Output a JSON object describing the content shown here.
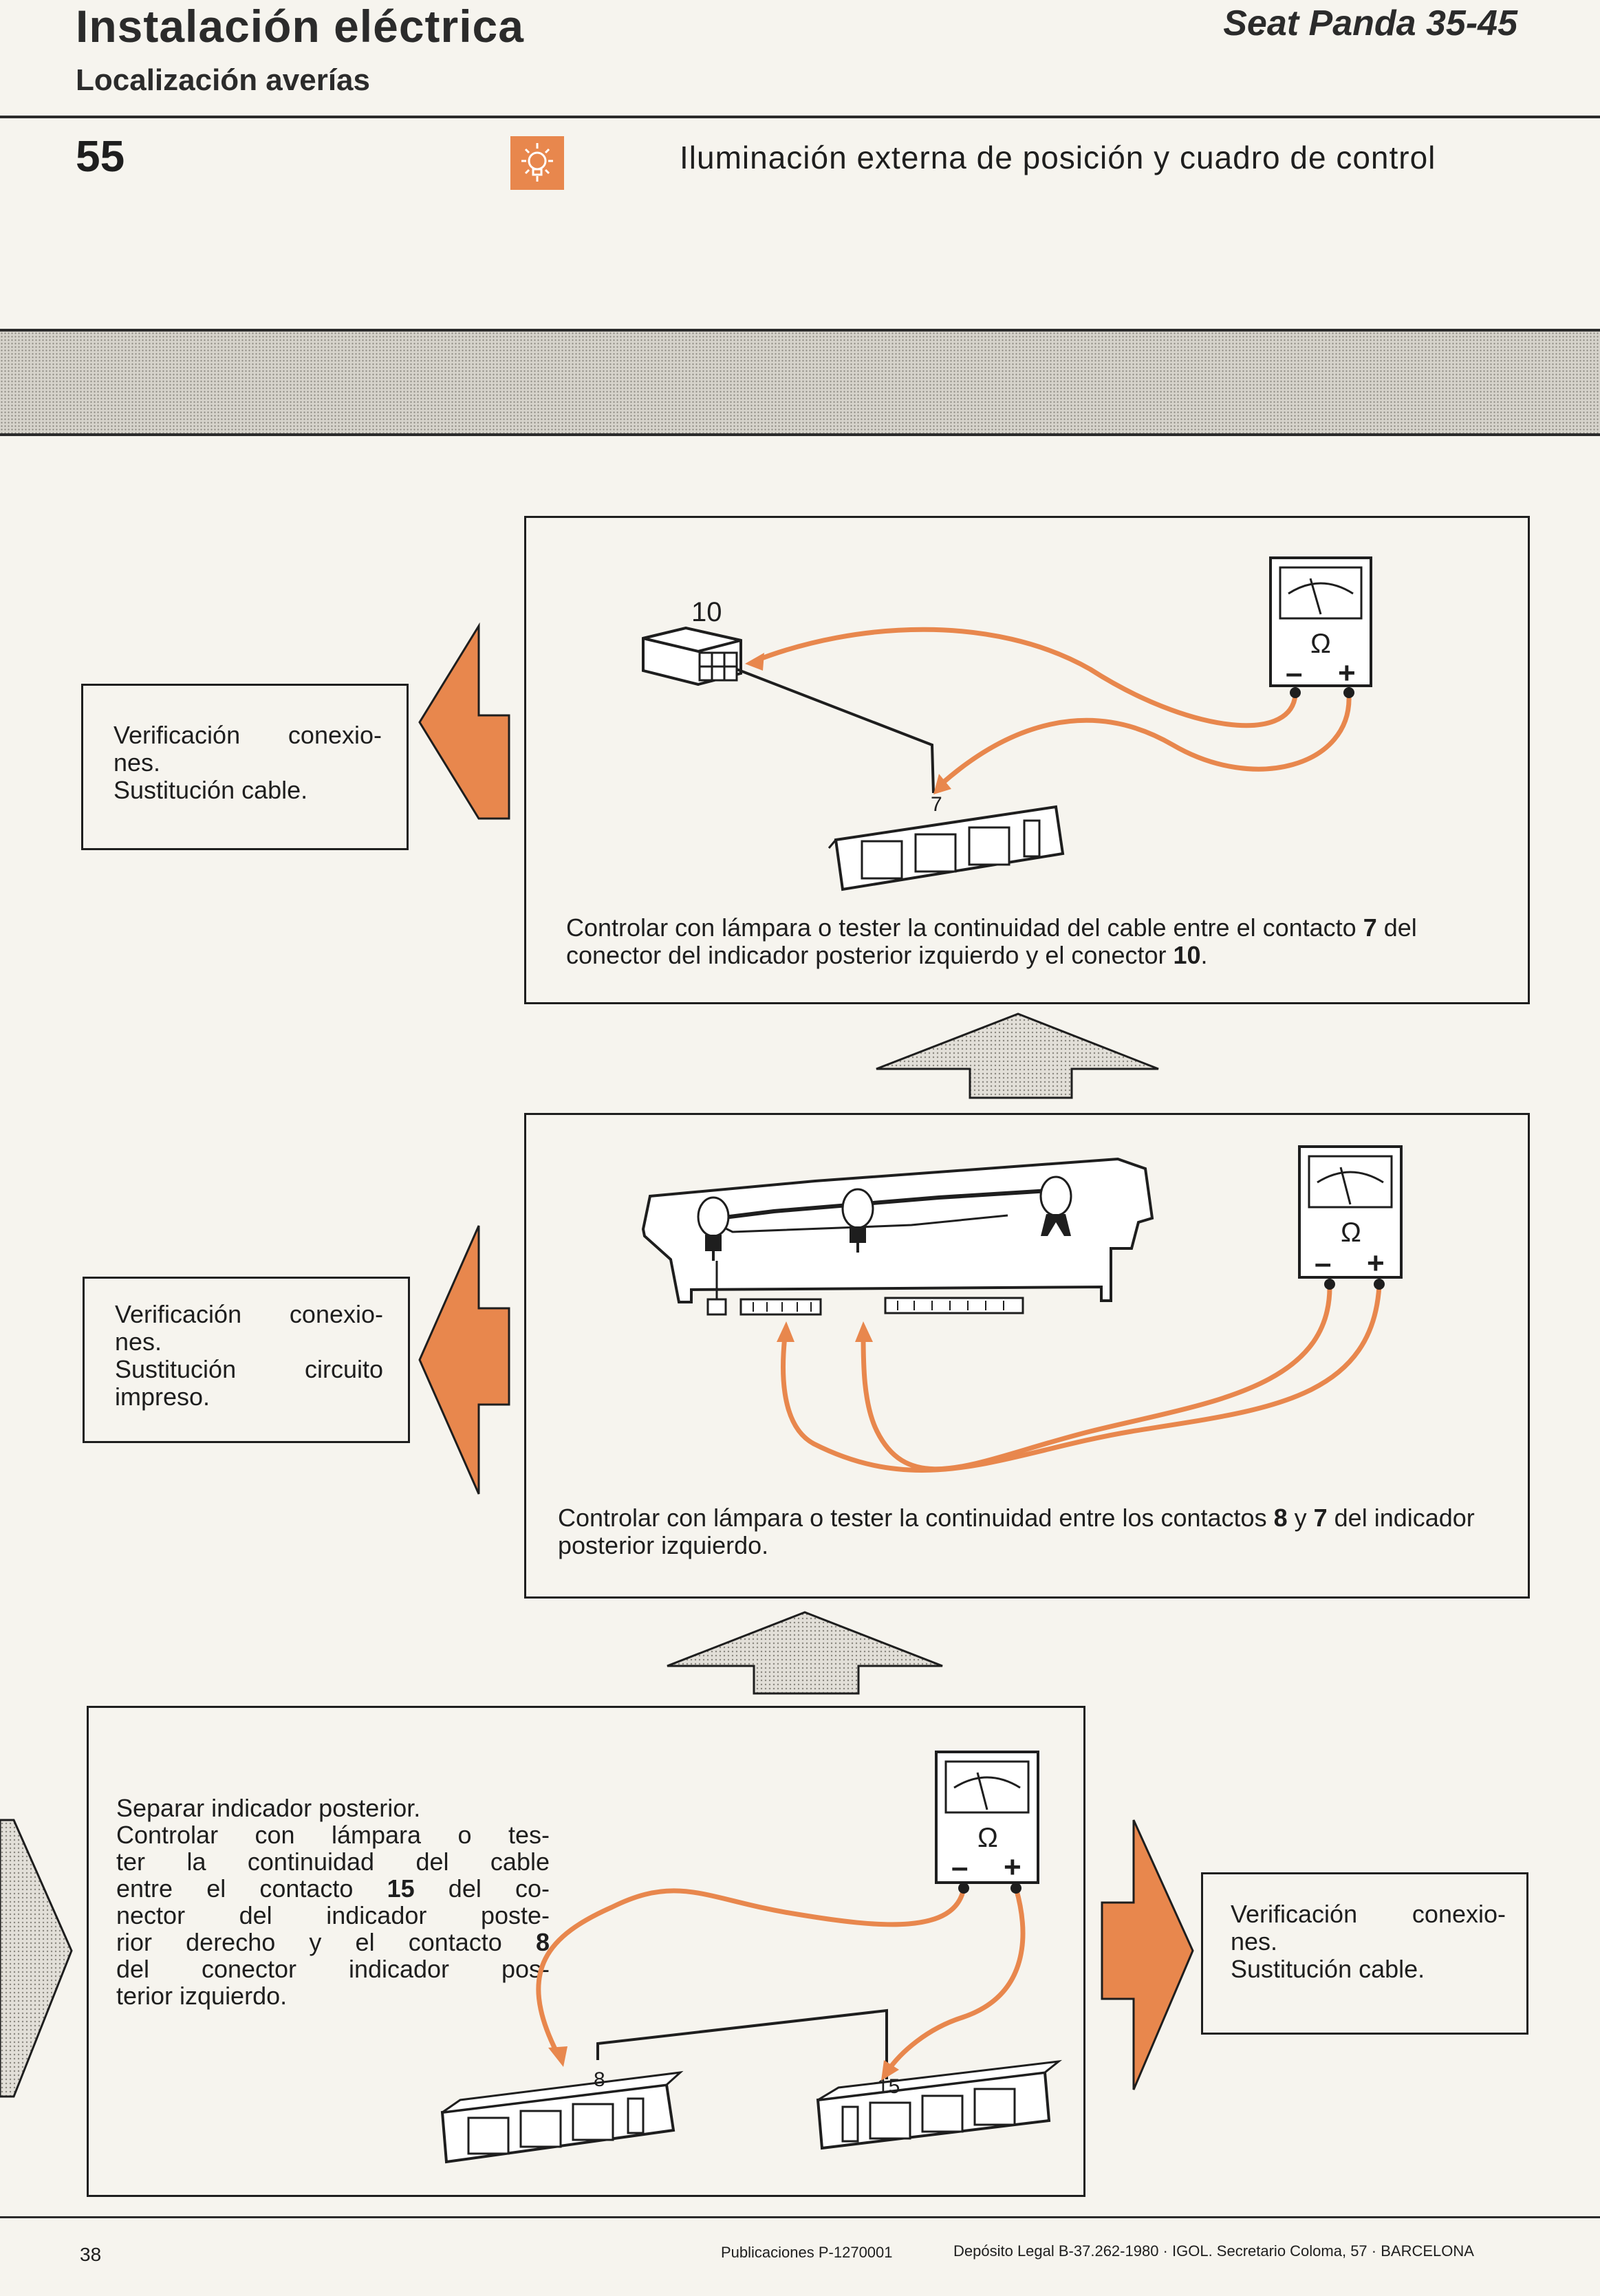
{
  "header": {
    "title": "Instalación eléctrica",
    "subtitle": "Localización averías",
    "model": "Seat Panda 35-45"
  },
  "section": {
    "number": "55",
    "icon": "lamp-icon",
    "title": "Iluminación externa de posición y cuadro de control"
  },
  "steps": [
    {
      "action_note": [
        "Verificación conexio-",
        "nes.",
        "Sustitución cable."
      ],
      "instruction_pre": "Controlar con lámpara o tester la continuidad del cable entre el contacto ",
      "b1": "7",
      "instruction_mid": " del conector del indicador posterior izquierdo y el conector ",
      "b2": "10",
      "instruction_post": ".",
      "connector_label": "10",
      "contact_label": "7"
    },
    {
      "action_note": [
        "Verificación conexio-",
        "nes.",
        "Sustitución circuito",
        "impreso."
      ],
      "instruction_pre": "Controlar con lámpara o tester la continuidad entre los contactos ",
      "b1": "8",
      "instruction_mid": " y ",
      "b2": "7",
      "instruction_post": " del indicador posterior izquierdo."
    },
    {
      "action_note": [
        "Verificación conexio-",
        "nes.",
        "Sustitución cable."
      ],
      "instruction_lines": [
        "Separar indicador posterior.",
        "Controlar con lámpara o tes-",
        "ter la continuidad del cable",
        "entre el contacto ",
        "15",
        " del co-",
        "nector del indicador poste-",
        "rior derecho y el contacto ",
        "8",
        "del conector indicador pos-",
        "terior izquierdo."
      ],
      "contact_left": "8",
      "contact_right": "15"
    }
  ],
  "meter": {
    "unit": "Ω",
    "minus": "–",
    "plus": "+"
  },
  "footer": {
    "page": "38",
    "publication": "Publicaciones P-1270001",
    "legal": "Depósito Legal B-37.262-1980 · IGOL. Secretario Coloma, 57 · BARCELONA"
  },
  "colors": {
    "accent": "#e8874d",
    "ink": "#1e1e1e",
    "paper": "#f6f4ee"
  }
}
